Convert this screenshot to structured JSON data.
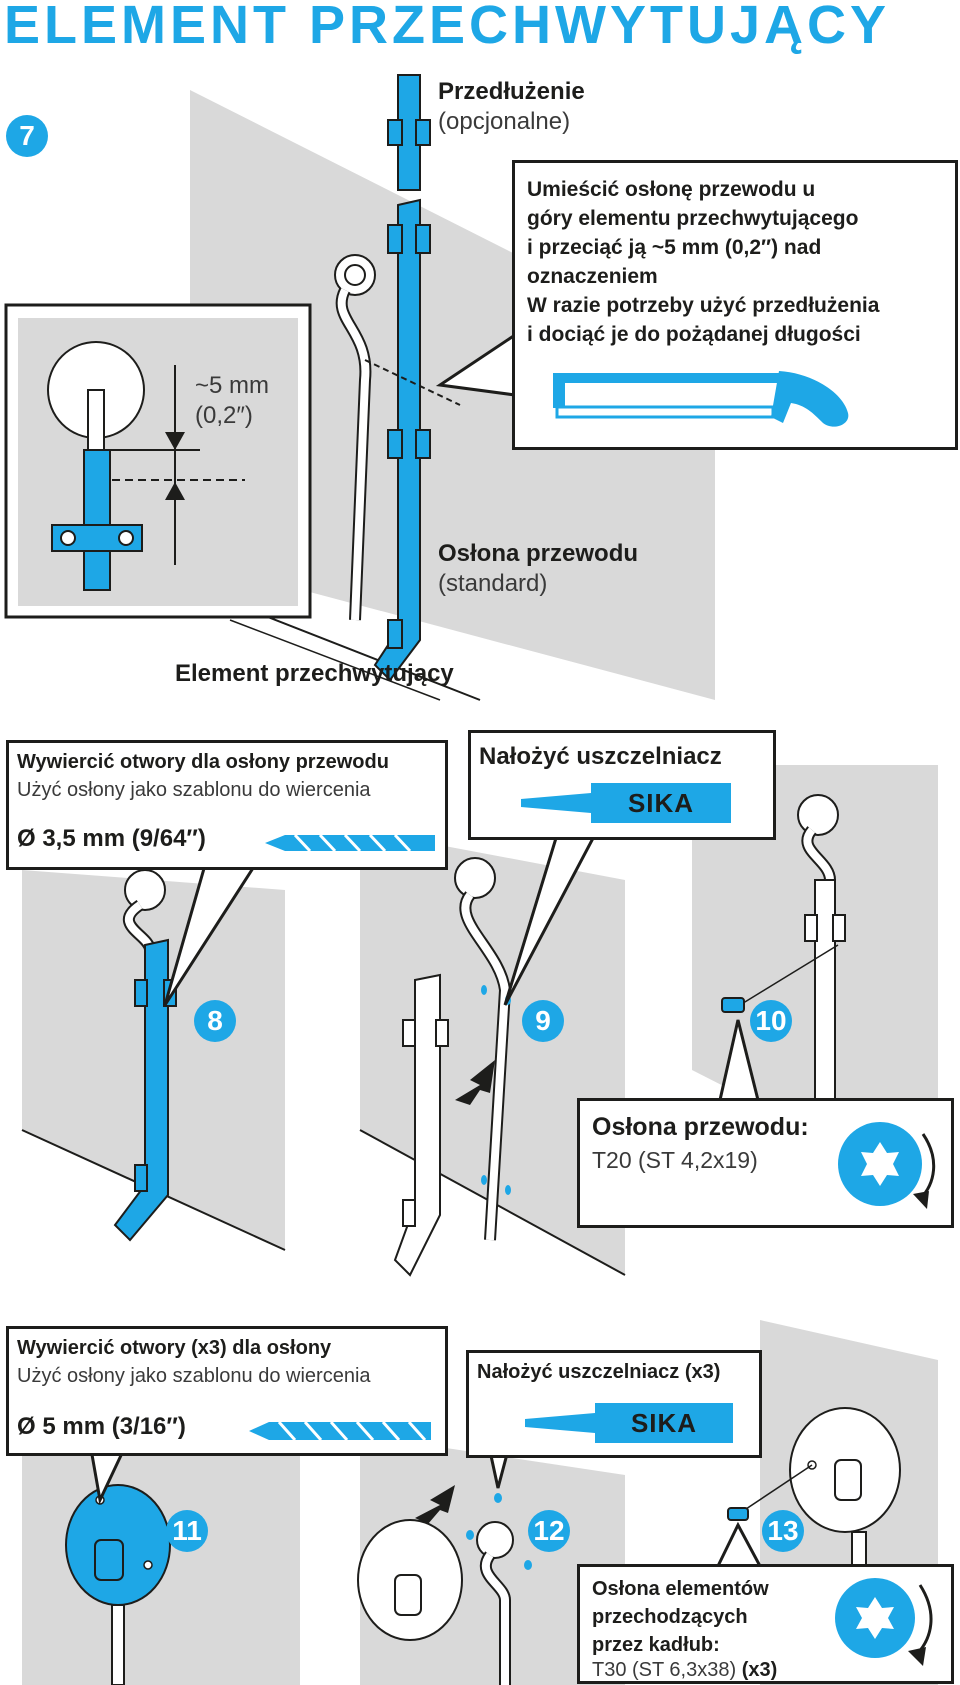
{
  "title": "ELEMENT PRZECHWYTUJĄCY",
  "colors": {
    "accent": "#1ea7e6",
    "wall": "#d9d9d9",
    "ink": "#1d1d1b"
  },
  "step7": {
    "number": "7",
    "extension_label": "Przedłużenie",
    "extension_sub": "(opcjonalne)",
    "instruction_lines": [
      "Umieścić osłonę przewodu u",
      "góry elementu przechwytującego",
      "i przeciąć ją ~5 mm (0,2″) nad",
      "oznaczeniem",
      "W razie potrzeby użyć przedłużenia",
      "i dociąć je do pożądanej długości"
    ],
    "detail_measure_1": "~5 mm",
    "detail_measure_2": "(0,2″)",
    "cover_label": "Osłona przewodu",
    "cover_sub": "(standard)",
    "interceptor_label": "Element przechwytujący",
    "saw_icon": "hacksaw-icon"
  },
  "step8": {
    "number": "8",
    "heading": "Wywiercić otwory dla osłony przewodu",
    "sub": "Użyć osłony jako szablonu do wiercenia",
    "drill": "Ø 3,5 mm (9/64″)",
    "drill_icon": "drill-bit-icon"
  },
  "step9": {
    "number": "9",
    "heading": "Nałożyć uszczelniacz",
    "sealant": "SIKA"
  },
  "step10": {
    "number": "10",
    "heading": "Osłona przewodu:",
    "spec": "T20 (ST 4,2x19)",
    "screwdriver_icon": "torx-icon"
  },
  "step11": {
    "number": "11",
    "heading": "Wywiercić otwory (x3) dla osłony",
    "sub": "Użyć osłony jako szablonu do wiercenia",
    "drill": "Ø 5 mm (3/16″)"
  },
  "step12": {
    "number": "12",
    "heading": "Nałożyć uszczelniacz (x3)",
    "sealant": "SIKA"
  },
  "step13": {
    "number": "13",
    "heading_lines": [
      "Osłona elementów",
      "przechodzących",
      "przez kadłub:"
    ],
    "spec": "T30 (ST 6,3x38)",
    "spec_qty": "(x3)",
    "screwdriver_icon": "torx-icon"
  }
}
